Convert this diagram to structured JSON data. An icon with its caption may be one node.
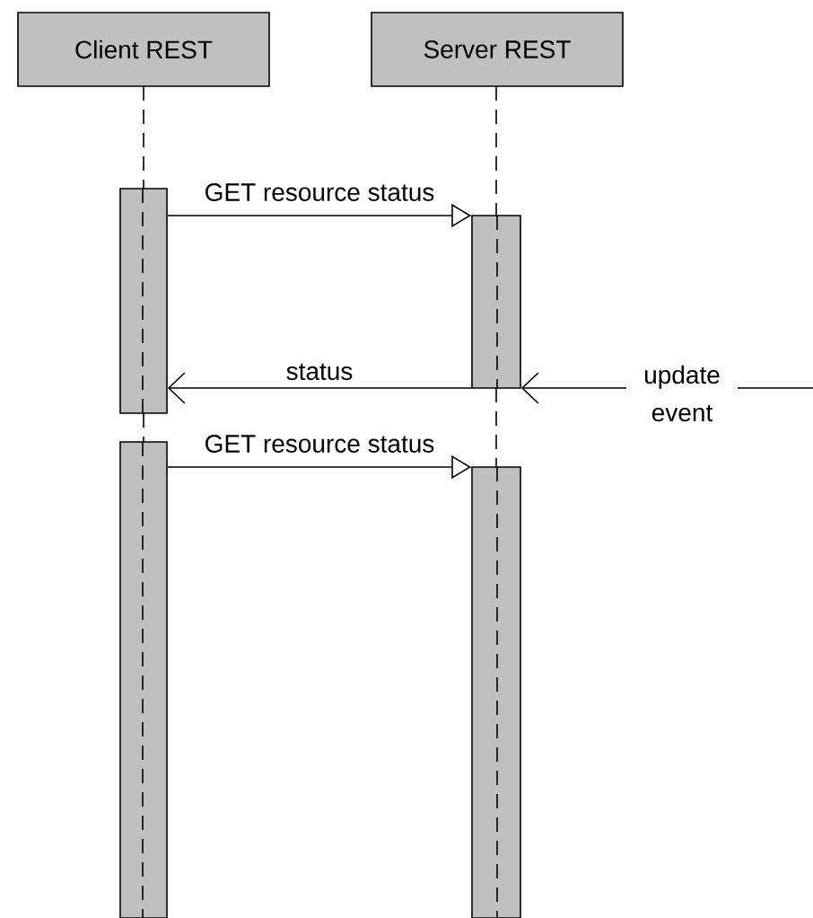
{
  "diagram": {
    "nodes": [
      {
        "text": [
          "Client REST"
        ]
      },
      {
        "text": [
          "Server REST"
        ]
      },
      {
        "text": [],
        "shape": "bar"
      },
      {
        "text": [],
        "shape": "bar"
      },
      {
        "text": [],
        "shape": "bar"
      },
      {
        "text": [],
        "shape": "bar"
      }
    ],
    "edges": [
      {
        "from": 0,
        "to": 2,
        "arrow": "none",
        "style": "dashed"
      },
      {
        "from": 2,
        "to": 4,
        "arrow": "none",
        "style": "dashed"
      },
      {
        "from": 1,
        "to": 3,
        "arrow": "none",
        "style": "dashed"
      },
      {
        "from": 3,
        "to": 5,
        "arrow": "none",
        "style": "dashed"
      },
      {
        "from": 2,
        "to": 3,
        "arrow": "to",
        "label": "GET resource status"
      },
      {
        "from": 3,
        "to": 2,
        "arrow": "to",
        "label": "status"
      },
      {
        "from": null,
        "to": 3,
        "arrow": "to",
        "label": "update event"
      },
      {
        "from": 4,
        "to": 5,
        "arrow": "to",
        "label": "GET resource status"
      }
    ]
  }
}
